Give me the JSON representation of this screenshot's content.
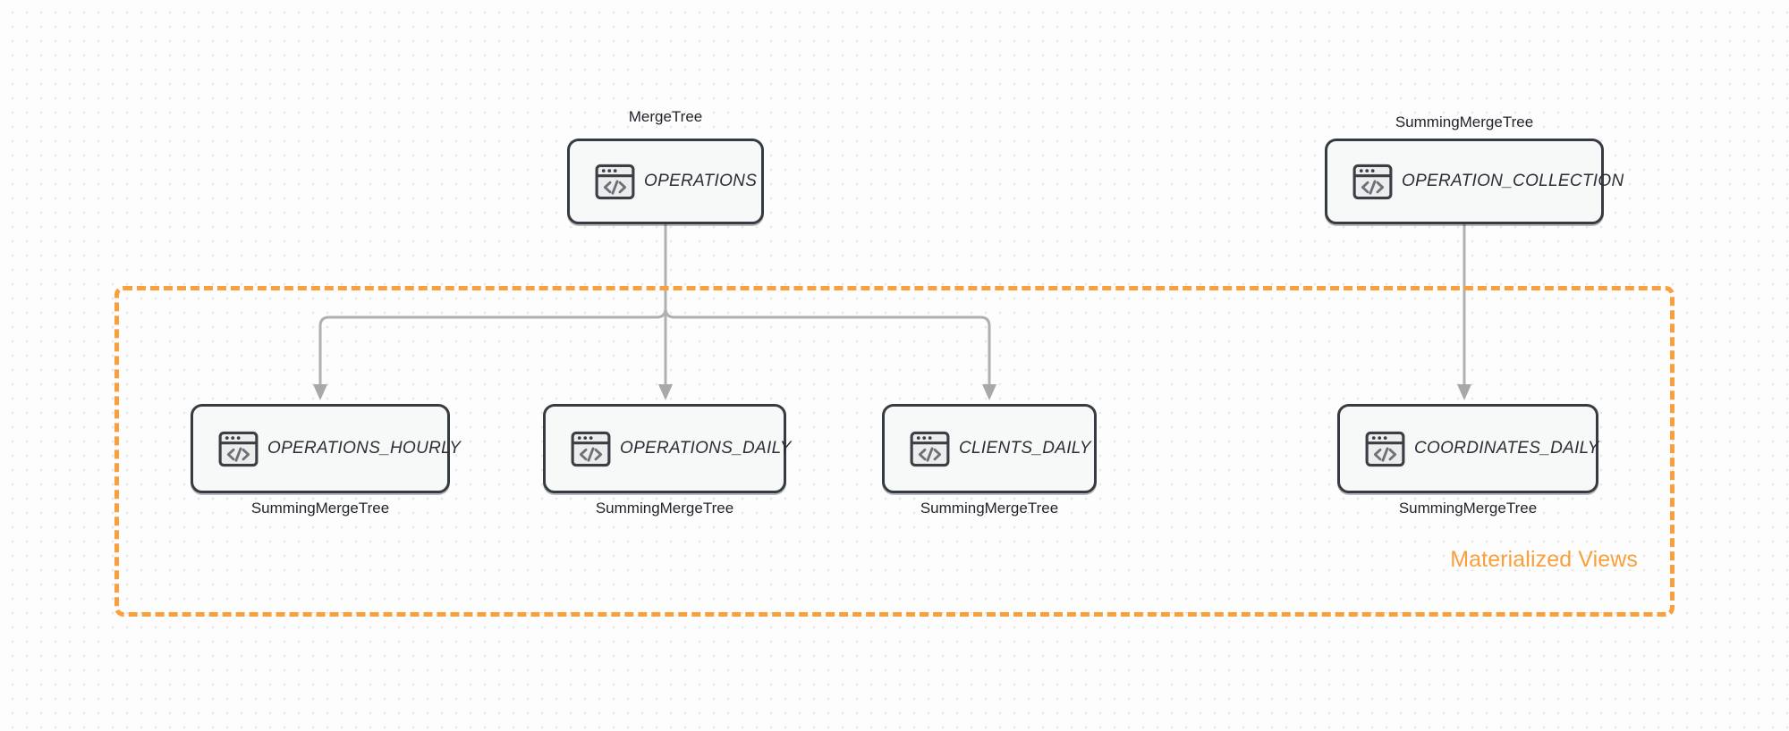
{
  "diagram": {
    "title": "ClickHouse table and materialized view lineage",
    "background": {
      "grid": "dot-grid",
      "dot_color": "#e7e7ea",
      "canvas_color": "#fdfdfd"
    },
    "accent_color": "#f9a03c",
    "node_border_color": "#363b42",
    "node_fill_color": "#f7f8f8",
    "edge_color": "#b0b0b0"
  },
  "group": {
    "label": "Materialized Views",
    "color": "#f9a03c",
    "style": "dashed"
  },
  "nodes": [
    {
      "id": "operations",
      "name": "OPERATIONS",
      "engine": "MergeTree",
      "engine_position": "above",
      "icon": "code-window-icon"
    },
    {
      "id": "operation_collection",
      "name": "OPERATION_COLLECTION",
      "engine": "SummingMergeTree",
      "engine_position": "above",
      "icon": "code-window-icon"
    },
    {
      "id": "operations_hourly",
      "name": "OPERATIONS_HOURLY",
      "engine": "SummingMergeTree",
      "engine_position": "below",
      "icon": "code-window-icon"
    },
    {
      "id": "operations_daily",
      "name": "OPERATIONS_DAILY",
      "engine": "SummingMergeTree",
      "engine_position": "below",
      "icon": "code-window-icon"
    },
    {
      "id": "clients_daily",
      "name": "CLIENTS_DAILY",
      "engine": "SummingMergeTree",
      "engine_position": "below",
      "icon": "code-window-icon"
    },
    {
      "id": "coordinates_daily",
      "name": "COORDINATES_DAILY",
      "engine": "SummingMergeTree",
      "engine_position": "below",
      "icon": "code-window-icon"
    }
  ],
  "edges": [
    {
      "from": "operations",
      "to": "operations_hourly",
      "arrow": "down"
    },
    {
      "from": "operations",
      "to": "operations_daily",
      "arrow": "down"
    },
    {
      "from": "operations",
      "to": "clients_daily",
      "arrow": "down"
    },
    {
      "from": "operation_collection",
      "to": "coordinates_daily",
      "arrow": "down"
    }
  ]
}
